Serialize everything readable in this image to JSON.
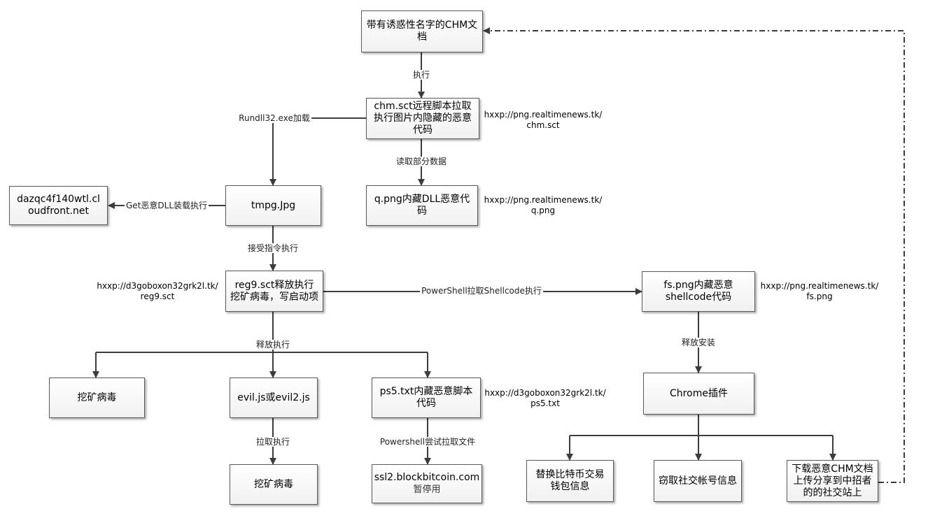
{
  "nodes": {
    "chm_doc": "带有诱惑性名字的CHM文档",
    "chm_sct": "chm.sct远程脚本拉取执行图片内隐藏的恶意代码",
    "q_png": "q.png内藏DLL恶意代码",
    "tmpg": "tmpg.Jpg",
    "cloudfront": "dazqc4f140wtl.cloudfront.net",
    "reg9": "reg9.sct释放执行挖矿病毒，写启动项",
    "fs_png": "fs.png内藏恶意shellcode代码",
    "miner_a": "挖矿病毒",
    "evil_js": "evil.js或evil2.js",
    "ps5": "ps5.txt内藏恶意脚本代码",
    "chrome": "Chrome插件",
    "miner_b": "挖矿病毒",
    "ssl2": "ssl2.blockbitcoin.com",
    "ssl2_sub": "暂停用",
    "replace_btc": "替换比特币交易钱包信息",
    "steal_social": "窃取社交帐号信息",
    "download_chm": "下载恶意CHM文档上传分享到中招者的的社交站上"
  },
  "edges": {
    "execute": "执行",
    "rundll": "Rundll32.exe加载",
    "read_partial": "读取部分数据",
    "get_dll": "Get恶意DLL装载执行",
    "accept_cmd": "接受指令执行",
    "powershell_shellcode": "PowerShell拉取Shellcode执行",
    "release_exec": "释放执行",
    "release_install": "释放安装",
    "pull_exec": "拉取执行",
    "powershell_try": "Powershell尝试拉取文件"
  },
  "urls": {
    "chm_sct_1": "hxxp://png.realtimenews.tk/",
    "chm_sct_2": "chm.sct",
    "q_png_1": "hxxp://png.realtimenews.tk/",
    "q_png_2": "q.png",
    "reg9_1": "hxxp://d3goboxon32grk2l.tk/",
    "reg9_2": "reg9.sct",
    "fs_png_1": "hxxp://png.realtimenews.tk/",
    "fs_png_2": "fs.png",
    "ps5_1": "hxxp://d3goboxon32grk2l.tk/",
    "ps5_2": "ps5.txt"
  },
  "colors": {
    "line": "#3c3c3c",
    "box_border": "#5a5a5a"
  }
}
